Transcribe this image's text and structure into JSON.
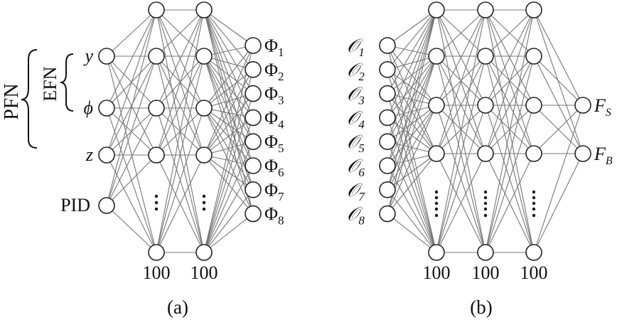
{
  "panel_a": {
    "caption": "(a)",
    "inputs": [
      {
        "name": "y",
        "italic": true
      },
      {
        "name": "ϕ",
        "italic": true
      },
      {
        "name": "z",
        "italic": true
      },
      {
        "name": "PID",
        "italic": false
      }
    ],
    "hidden_layers": [
      {
        "size_label": "100"
      },
      {
        "size_label": "100"
      }
    ],
    "outputs": [
      {
        "symbol": "Φ",
        "sub": "1"
      },
      {
        "symbol": "Φ",
        "sub": "2"
      },
      {
        "symbol": "Φ",
        "sub": "3"
      },
      {
        "symbol": "Φ",
        "sub": "4"
      },
      {
        "symbol": "Φ",
        "sub": "5"
      },
      {
        "symbol": "Φ",
        "sub": "6"
      },
      {
        "symbol": "Φ",
        "sub": "7"
      },
      {
        "symbol": "Φ",
        "sub": "8"
      }
    ],
    "braces": {
      "inner_label": "EFN",
      "outer_label": "PFN"
    }
  },
  "panel_b": {
    "caption": "(b)",
    "inputs": [
      {
        "symbol": "𝒪",
        "sub": "1"
      },
      {
        "symbol": "𝒪",
        "sub": "2"
      },
      {
        "symbol": "𝒪",
        "sub": "3"
      },
      {
        "symbol": "𝒪",
        "sub": "4"
      },
      {
        "symbol": "𝒪",
        "sub": "5"
      },
      {
        "symbol": "𝒪",
        "sub": "6"
      },
      {
        "symbol": "𝒪",
        "sub": "7"
      },
      {
        "symbol": "𝒪",
        "sub": "8"
      }
    ],
    "hidden_layers": [
      {
        "size_label": "100"
      },
      {
        "size_label": "100"
      },
      {
        "size_label": "100"
      }
    ],
    "outputs": [
      {
        "symbol": "F",
        "sub": "S"
      },
      {
        "symbol": "F",
        "sub": "B"
      }
    ]
  },
  "colors": {
    "edge": "#777777",
    "node_stroke": "#222222",
    "text": "#111111"
  }
}
